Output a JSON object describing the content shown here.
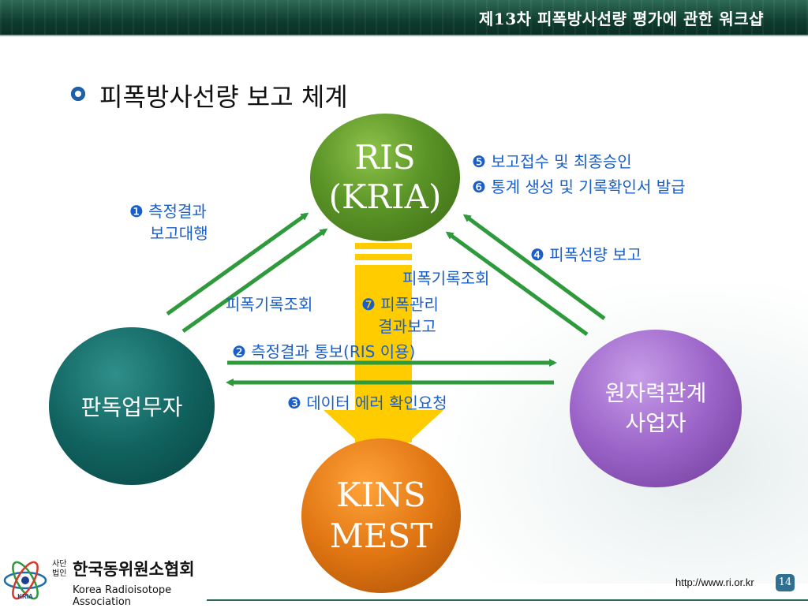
{
  "header": {
    "title": "제13차 피폭방사선량 평가에 관한 워크샵"
  },
  "slide": {
    "subtitle": "피폭방사선량 보고 체계"
  },
  "nodes": {
    "ris": {
      "line1": "RIS",
      "line2": "(KRIA)"
    },
    "pandok": {
      "label": "판독업무자"
    },
    "wonjaryeok": {
      "line1": "원자력관계",
      "line2": "사업자"
    },
    "kins": {
      "line1": "KINS",
      "line2": "MEST"
    }
  },
  "labels": {
    "step1_line1": "❶ 측정결과",
    "step1_line2": "보고대행",
    "step5": "❺ 보고접수 및 최종승인",
    "step6": "❻ 통계 생성 및 기록확인서 발급",
    "step4": "❹ 피폭선량 보고",
    "query_right": "피폭기록조회",
    "query_left": "피폭기록조회",
    "step7_line1": "❼ 피폭관리",
    "step7_line2": "결과보고",
    "step2": "❷ 측정결과 통보(RIS 이용)",
    "step3": "❸ 데이터 에러 확인요청"
  },
  "colors": {
    "arrow_green": "#2e9a3c",
    "label_blue": "#1a5fc8",
    "big_arrow_yellow": "#ffcc00",
    "header_green": "#0f3d2f"
  },
  "footer": {
    "org_prefix": "사단법인",
    "org_name": "한국동위원소협회",
    "org_english": "Korea Radioisotope Association",
    "logo_text": "KRIA",
    "url": "http://www.ri.or.kr",
    "page": "14"
  }
}
